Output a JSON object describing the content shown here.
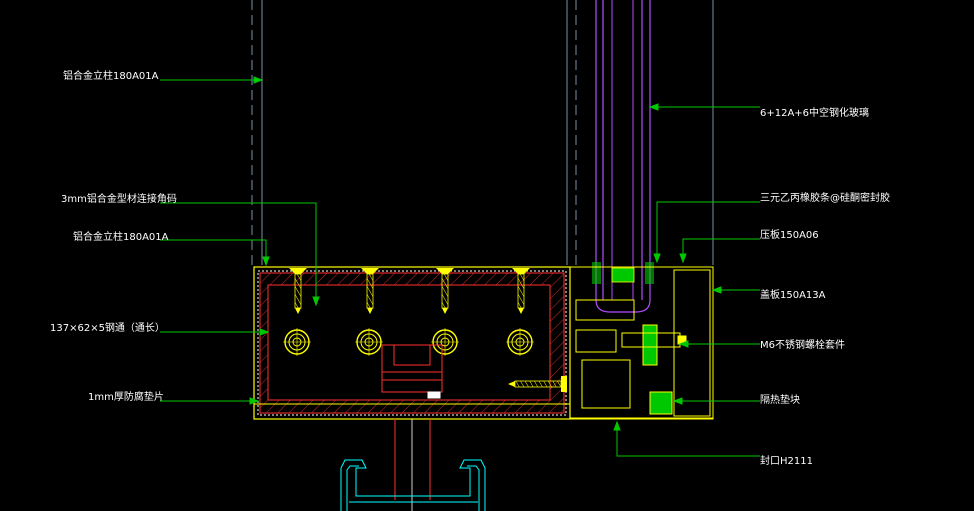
{
  "drawing": {
    "background": "#000000",
    "colors": {
      "leader": "#00c800",
      "outline": "#ffff00",
      "steel": "#ff3030",
      "glass": "#b44cff",
      "aux": "#00ffff",
      "frame": "#7a8fa8",
      "text": "#ffffff"
    },
    "labels": {
      "mullion_top": "铝合金立柱180A01A",
      "glass": "6+12A+6中空钢化玻璃",
      "epdm": "三元乙丙橡胶条@硅酮密封胶",
      "connector": "3mm铝合金型材连接角码",
      "mullion_mid": "铝合金立柱180A01A",
      "press_plate": "压板150A06",
      "cover_plate": "盖板150A13A",
      "steel_tube": "137×62×5钢通（通长）",
      "bolt": "M6不锈钢螺栓套件",
      "insulation_pad": "1mm厚防腐垫片",
      "thermal_block": "隔热垫块",
      "seal": "封口H2111"
    }
  }
}
